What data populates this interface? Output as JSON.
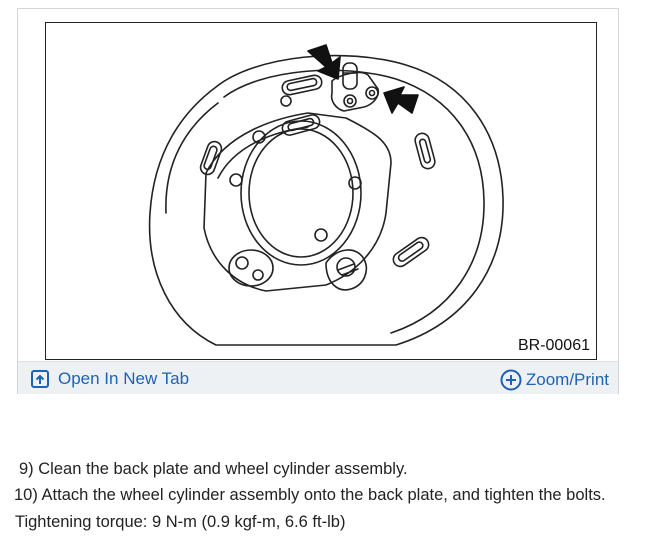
{
  "figure": {
    "code": "BR-00061",
    "toolbar": {
      "open_label": "Open In New Tab",
      "zoom_label": "Zoom/Print",
      "open_icon": "open-in-new-tab-icon",
      "zoom_icon": "zoom-plus-icon",
      "accent_color": "#1f62b4"
    }
  },
  "steps": {
    "step9": "9) Clean the back plate and wheel cylinder assembly.",
    "step10": "10) Attach the wheel cylinder assembly onto the back plate, and tighten the bolts.",
    "torque": "Tightening torque: 9 N-m (0.9 kgf-m, 6.6 ft-lb)"
  }
}
